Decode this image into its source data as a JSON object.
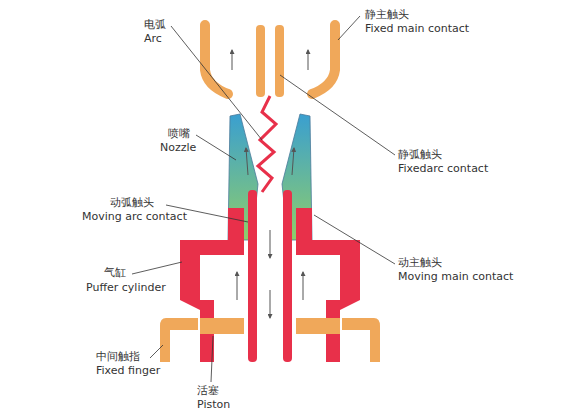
{
  "diagram": {
    "labels": [
      "静主触头",
      "Fixed main contact",
      "电弧",
      "Arc",
      "喷嘴",
      "Nozzle",
      "静弧触头",
      "Fixedarc contact",
      "动弧触头",
      "Moving arc contact",
      "动主触头",
      "Moving main contact",
      "气缸",
      "Puffer cylinder",
      "中间触指",
      "Fixed finger",
      "活塞",
      "Piston"
    ]
  }
}
